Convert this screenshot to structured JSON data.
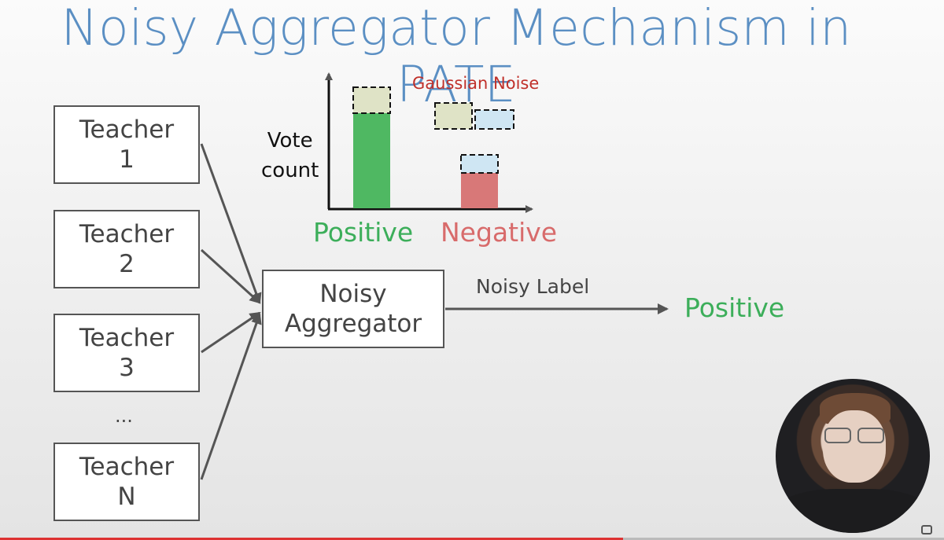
{
  "title": "Noisy Aggregator Mechanism in PATE",
  "teachers": [
    {
      "line1": "Teacher",
      "line2": "1"
    },
    {
      "line1": "Teacher",
      "line2": "2"
    },
    {
      "line1": "Teacher",
      "line2": "3"
    },
    {
      "line1": "Teacher",
      "line2": "N"
    }
  ],
  "ellipsis": "...",
  "aggregator": {
    "line1": "Noisy",
    "line2": "Aggregator"
  },
  "arrow_label": "Noisy Label",
  "output_label": "Positive",
  "chart": {
    "ylabel_line1": "Vote",
    "ylabel_line2": "count",
    "noise_label": "Gaussian Noise",
    "categories": [
      "Positive",
      "Negative"
    ],
    "colors": {
      "positive": "#4fb862",
      "negative": "#d87878",
      "noise_positive": "#dfe3c6",
      "noise_negative": "#cfe6f3",
      "noise_label": "#c0302a"
    }
  },
  "colors": {
    "title": "#5b8fc3",
    "positive_text": "#3cae5a",
    "negative_text": "#d86b6b"
  },
  "progress": {
    "fraction": 0.66
  }
}
